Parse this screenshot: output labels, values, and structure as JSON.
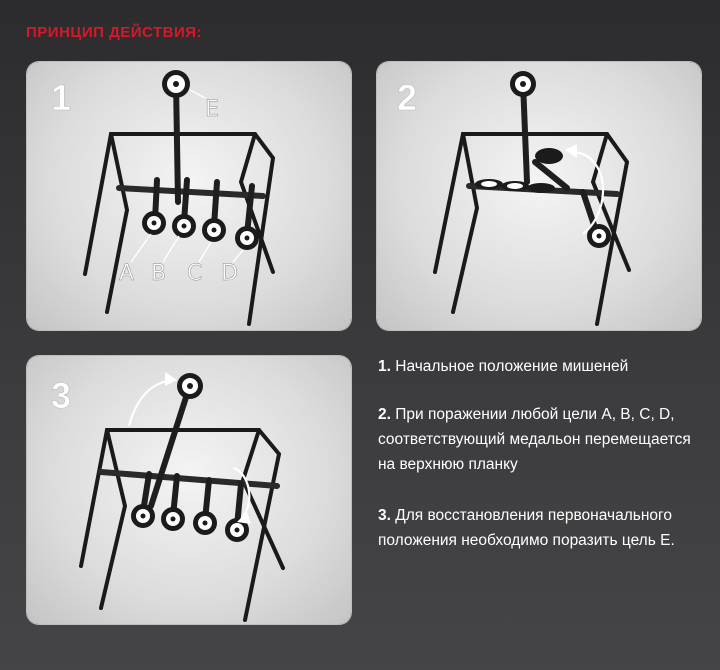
{
  "title": "ПРИНЦИП ДЕЙСТВИЯ:",
  "panels": [
    {
      "number": "1",
      "labels": {
        "e": "E",
        "a": "A",
        "b": "B",
        "c": "C",
        "d": "D"
      }
    },
    {
      "number": "2"
    },
    {
      "number": "3"
    }
  ],
  "steps": [
    {
      "num": "1.",
      "text": "Начальное положение мишеней"
    },
    {
      "num": "2.",
      "text": "При поражении любой цели A, B, C, D, соответствующий медальон перемещается на верхнюю планку"
    },
    {
      "num": "3.",
      "text": "Для восстановления первоначального положения необходимо поразить цель E."
    }
  ],
  "colors": {
    "title": "#d7182a",
    "frame": "#1a1a1a",
    "background": "#333335"
  }
}
